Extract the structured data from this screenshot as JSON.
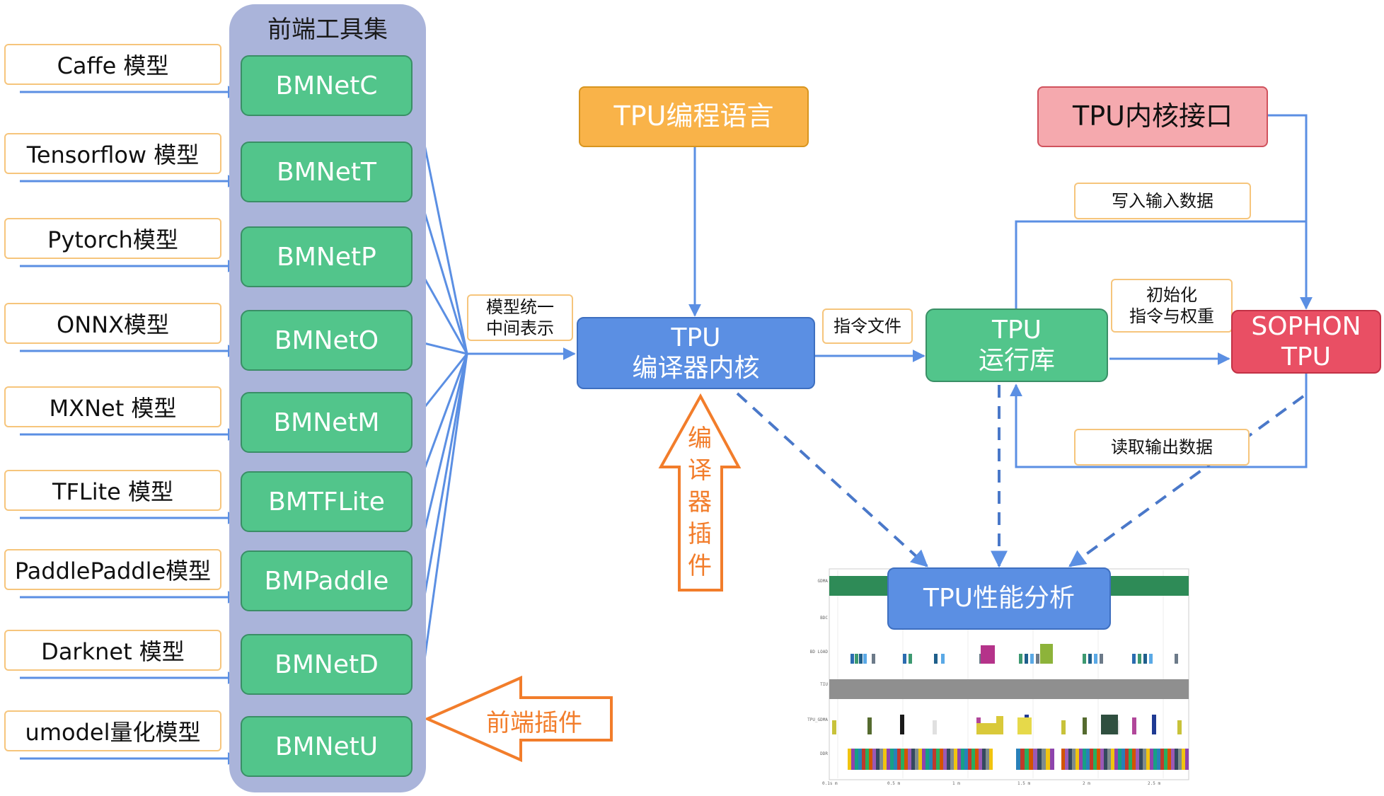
{
  "frontend": {
    "title": "前端工具集",
    "models": [
      "Caffe 模型",
      "Tensorflow 模型",
      "Pytorch模型",
      "ONNX模型",
      "MXNet 模型",
      "TFLite 模型",
      "PaddlePaddle模型",
      "Darknet 模型",
      "umodel量化模型"
    ],
    "tools": [
      "BMNetC",
      "BMNetT",
      "BMNetP",
      "BMNetO",
      "BMNetM",
      "BMTFLite",
      "BMPaddle",
      "BMNetD",
      "BMNetU"
    ]
  },
  "labels": {
    "unified_ir": "模型统一\n中间表示",
    "instruction_file": "指令文件",
    "write_input": "写入输入数据",
    "init_instr": "初始化\n指令与权重",
    "read_output": "读取输出数据",
    "compiler_plugin": "编\n译\n器\n插\n件",
    "frontend_plugin": "前端插件"
  },
  "nodes": {
    "tpu_lang": "TPU编程语言",
    "tpu_kernel_api": "TPU内核接口",
    "compiler_core": "TPU\n编译器内核",
    "runtime": "TPU\n运行库",
    "sophon": "SOPHON\nTPU",
    "perf": "TPU性能分析"
  },
  "profiler": {
    "row_labels": [
      "GDMA",
      "BDC",
      "BD LOAD",
      "TIU",
      "TPU_GDMA",
      "DDR"
    ],
    "time_ticks": [
      "0.1s m",
      "0.5 m",
      "1 m",
      "1.5 m",
      "2 m",
      "2.5 m"
    ]
  },
  "colors": {
    "toolset_bg": "#aab4da",
    "tool_green": "#52c58b",
    "model_border": "#f6c57c",
    "lang_orange": "#f9b349",
    "kernel_pink": "#f5a9ae",
    "core_blue": "#5b8fe3",
    "sophon_red": "#e94f64",
    "arrow_blue": "#5b8fe3",
    "plugin_orange": "#f27d2b"
  }
}
